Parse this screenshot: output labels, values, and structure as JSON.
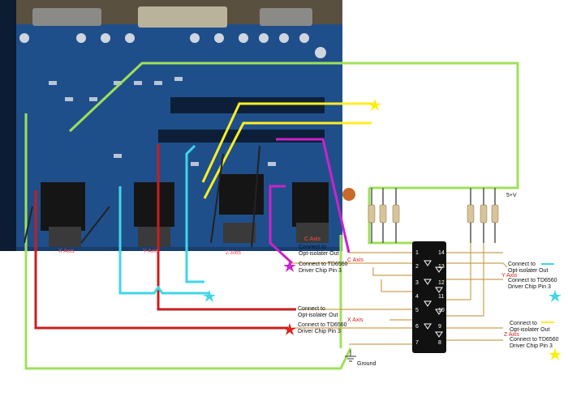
{
  "pcb_labels": {
    "x_axis": "X Axis",
    "y_axis": "Y Axis",
    "z_axis": "Z Axis",
    "c_axis": "C Axis"
  },
  "power_label": "5+V",
  "ground_label": "Ground",
  "chip_pins": [
    "1",
    "2",
    "3",
    "4",
    "5",
    "6",
    "7",
    "8",
    "9",
    "10",
    "11",
    "12",
    "13",
    "14"
  ],
  "connections": {
    "c_axis": {
      "axis": "C Axis",
      "line1": "Connect to",
      "line2": "Opt-isolater Out",
      "line3": "Connect to TD6560",
      "line4": "Driver Chip Pin 3"
    },
    "x_axis": {
      "axis": "X Axis",
      "line1": "Connect to",
      "line2": "Opt-isolater Out",
      "line3": "Connect to TD6560",
      "line4": "Driver Chip Pin 3"
    },
    "y_axis": {
      "axis": "Y Axis",
      "line1": "Connect to",
      "line2": "Opt-isolater Out",
      "line3": "Connect to TD6560",
      "line4": "Driver Chip Pin 3"
    },
    "z_axis": {
      "axis": "Z Axis",
      "line1": "Connect to",
      "line2": "Opt-isolater Out",
      "line3": "Connect to TD6560",
      "line4": "Driver Chip Pin 3"
    }
  },
  "colors": {
    "pcb": "#1f4f8a",
    "wire_green": "#9fe05a",
    "wire_red": "#c81e1e",
    "wire_cyan": "#3fd6e8",
    "wire_yellow": "#ffee22",
    "wire_magenta": "#cc22cc",
    "chip": "#111111",
    "star_yellow": "#ffee00",
    "star_cyan": "#3fd6e8",
    "star_red": "#e02020",
    "star_magenta": "#cc22cc"
  }
}
